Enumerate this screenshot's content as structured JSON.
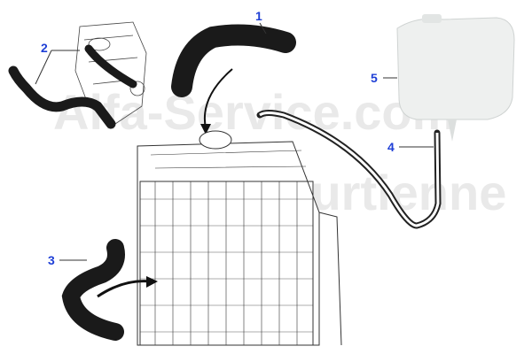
{
  "watermark": {
    "line1": "Alfa-Service.com",
    "line2": "Hurtienne"
  },
  "callouts": [
    {
      "number": "1"
    },
    {
      "number": "2"
    },
    {
      "number": "3"
    },
    {
      "number": "4"
    },
    {
      "number": "5"
    }
  ],
  "colors": {
    "callout": "#1e3fd6",
    "hose": "#1a1a1a",
    "line_art": "#333333",
    "tank": "#eef0ef"
  }
}
